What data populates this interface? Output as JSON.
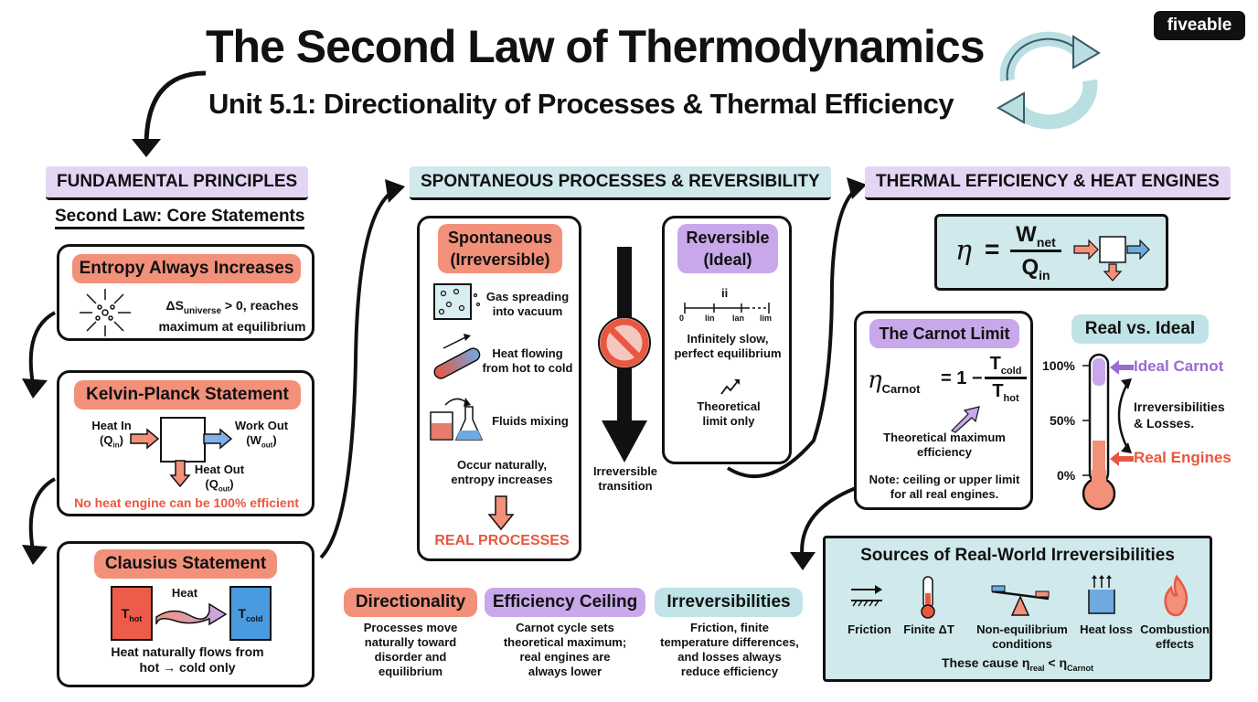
{
  "header": {
    "title": "The Second Law of Thermodynamics",
    "subtitle": "Unit 5.1: Directionality of Processes & Thermal Efficiency",
    "logo": "fiveable",
    "cycle_icon": "recycle-arrows-icon"
  },
  "left": {
    "section_title": "FUNDAMENTAL PRINCIPLES",
    "subheading": "Second Law: Core Statements",
    "entropy": {
      "title": "Entropy Always Increases",
      "text_a": "ΔS",
      "text_sub": "universe",
      "text_b": " > 0, reaches",
      "text_c": "maximum at equilibrium"
    },
    "kelvin": {
      "title": "Kelvin-Planck Statement",
      "heat_in": "Heat In",
      "heat_in_sym": "(Q",
      "heat_in_sub": "in",
      "work_out": "Work Out",
      "work_out_sym": "(W",
      "work_out_sub": "out",
      "heat_out": "Heat Out",
      "heat_out_sym": "(Q",
      "heat_out_sub": "out",
      "close": ")",
      "note": "No heat engine can be 100% efficient"
    },
    "clausius": {
      "title": "Clausius Statement",
      "hot": "T",
      "hot_sub": "hot",
      "cold": "T",
      "cold_sub": "cold",
      "heat": "Heat",
      "text_a": "Heat naturally flows from",
      "text_b": "hot → cold only"
    }
  },
  "middle": {
    "section_title": "SPONTANEOUS PROCESSES & REVERSIBILITY",
    "spontaneous": {
      "title_a": "Spontaneous",
      "title_b": "(Irreversible)",
      "item1_a": "Gas spreading",
      "item1_b": "into vacuum",
      "item2_a": "Heat flowing",
      "item2_b": "from hot to cold",
      "item3": "Fluids mixing",
      "summary_a": "Occur naturally,",
      "summary_b": "entropy increases",
      "footer": "REAL PROCESSES"
    },
    "arrow_label_a": "Irreversible",
    "arrow_label_b": "transition",
    "reversible": {
      "title_a": "Reversible",
      "title_b": "(Ideal)",
      "scale_top": "ii",
      "scale_0": "0",
      "scale_1": "lin",
      "scale_2": "lan",
      "scale_3": "lim",
      "text1_a": "Infinitely slow,",
      "text1_b": "perfect equilibrium",
      "text2_a": "Theoretical",
      "text2_b": "limit only"
    }
  },
  "bottom": {
    "directionality": {
      "label": "Directionality",
      "l1": "Processes move",
      "l2": "naturally toward",
      "l3": "disorder and",
      "l4": "equilibrium"
    },
    "ceiling": {
      "label": "Efficiency Ceiling",
      "l1": "Carnot cycle sets",
      "l2": "theoretical maximum;",
      "l3": "real engines are",
      "l4": "always lower"
    },
    "irrev": {
      "label": "Irreversibilities",
      "l1": "Friction, finite",
      "l2": "temperature differences,",
      "l3": "and losses always",
      "l4": "reduce efficiency"
    }
  },
  "right": {
    "section_title": "THERMAL EFFICIENCY & HEAT ENGINES",
    "eq": {
      "eta": "η",
      "equals": "=",
      "num": "W",
      "num_sub": "net",
      "den": "Q",
      "den_sub": "in"
    },
    "carnot": {
      "title": "The Carnot Limit",
      "eta": "η",
      "eta_sub": "Carnot",
      "eq": "= 1 −",
      "num": "T",
      "num_sub": "cold",
      "den": "T",
      "den_sub": "hot",
      "text_a": "Theoretical maximum",
      "text_b": "efficiency",
      "note_a": "Note: ceiling or upper limit",
      "note_b": "for all real engines."
    },
    "real_ideal": {
      "title": "Real vs. Ideal",
      "t100": "100%",
      "t50": "50%",
      "t0": "0%",
      "ideal": "Ideal Carnot",
      "irr_a": "Irreversibilities",
      "irr_b": "& Losses.",
      "real": "Real Engines"
    },
    "sources": {
      "title": "Sources of Real-World Irreversibilities",
      "s1": "Friction",
      "s2": "Finite ΔT",
      "s3_a": "Non-equilibrium",
      "s3_b": "conditions",
      "s4": "Heat loss",
      "s5_a": "Combustion",
      "s5_b": "effects",
      "footer_a": "These cause η",
      "footer_sub1": "real",
      "footer_b": " < η",
      "footer_sub2": "Carnot"
    }
  },
  "colors": {
    "salmon": "#f3907a",
    "lavender": "#c8a8ea",
    "teal": "#bfe3e6",
    "purple_text": "#9b6bd1",
    "red_text": "#e8573f"
  }
}
